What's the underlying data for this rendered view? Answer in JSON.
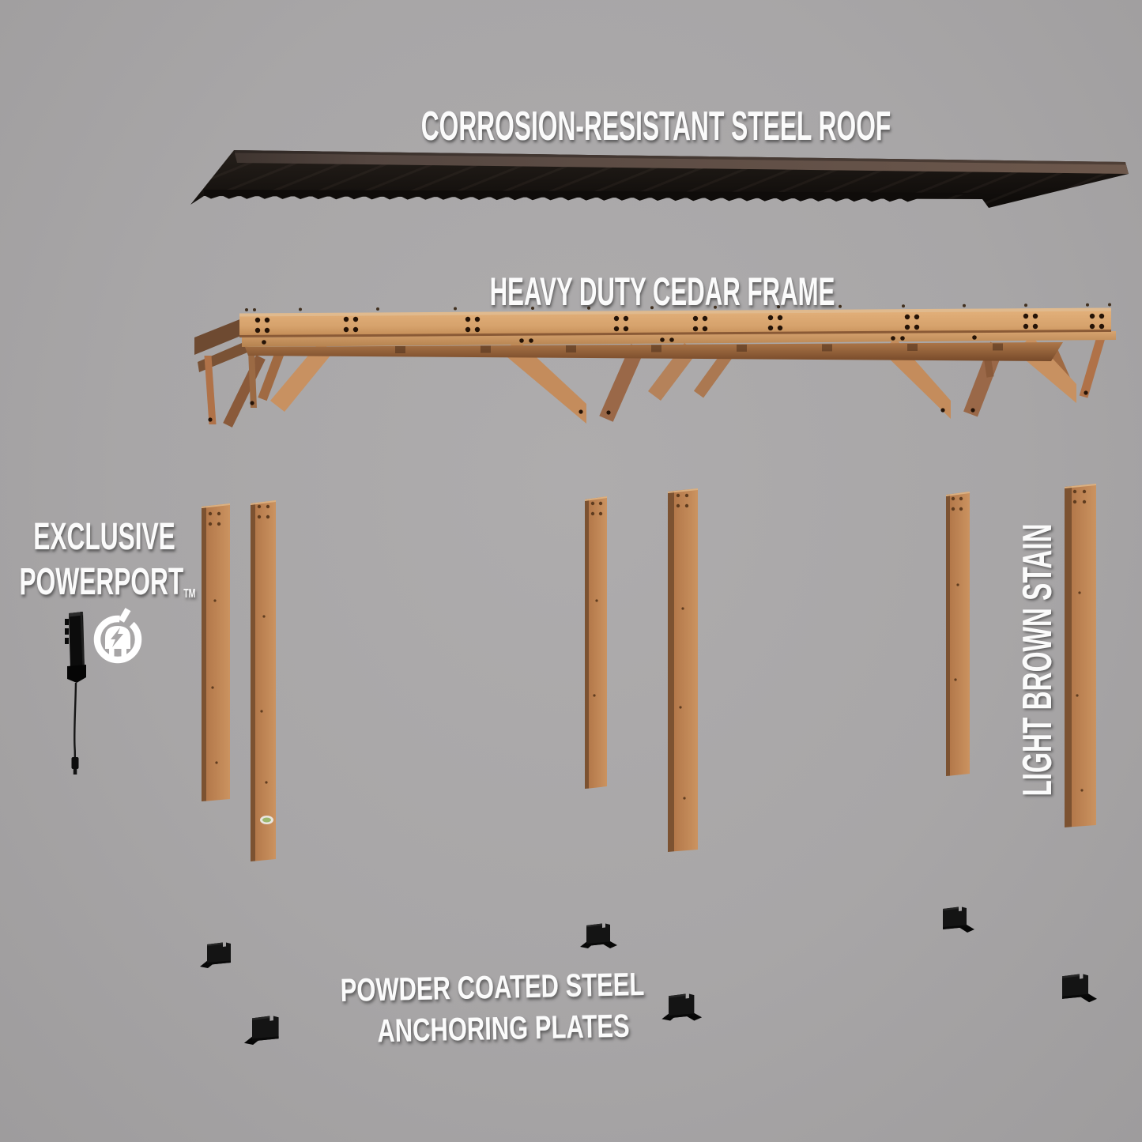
{
  "labels": {
    "roof": "CORROSION-RESISTANT STEEL ROOF",
    "frame": "HEAVY DUTY CEDAR FRAME",
    "powerport_line1": "EXCLUSIVE",
    "powerport_line2": "POWERPORT",
    "powerport_tm": "TM",
    "stain": "LIGHT BROWN STAIN",
    "anchor_line1": "POWDER COATED STEEL",
    "anchor_line2": "ANCHORING PLATES"
  },
  "colors": {
    "background": "#a8a6a7",
    "label_text": "#fbfbfb",
    "roof_steel": "#16110d",
    "roof_fascia": "#5d4c43",
    "cedar_wood": "#cb9058",
    "anchor_plate": "#131313"
  },
  "components": {
    "posts_count": 6,
    "anchor_plates_count": 6,
    "icons": [
      "power-plug-icon"
    ]
  }
}
